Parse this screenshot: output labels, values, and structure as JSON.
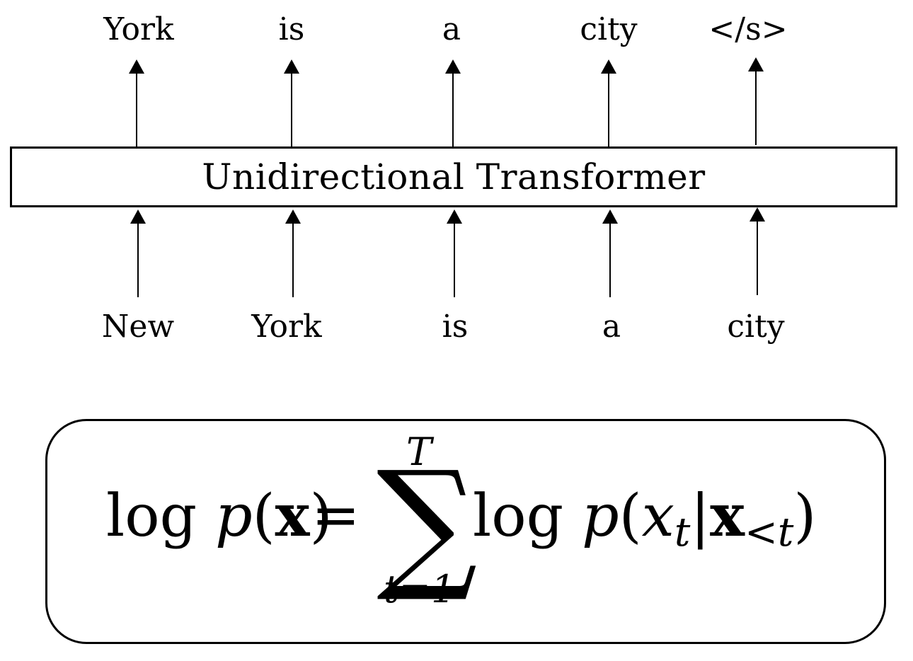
{
  "output_tokens": [
    "York",
    "is",
    "a",
    "city",
    "</s>"
  ],
  "input_tokens": [
    "New",
    "York",
    "is",
    "a",
    "city"
  ],
  "model_label": "Unidirectional Transformer",
  "formula": {
    "lhs_log": "log",
    "lhs_p": "p",
    "lhs_open": "(",
    "lhs_x": "x",
    "lhs_close": ")",
    "equals": "=",
    "sum_symbol": "∑",
    "sum_upper": "T",
    "sum_lower": "t=1",
    "rhs_log": "log",
    "rhs_p": "p",
    "rhs_open": "(",
    "rhs_x": "x",
    "rhs_t": "t",
    "rhs_bar": "|",
    "rhs_bx": "x",
    "rhs_sub": "<t",
    "rhs_close": ")"
  }
}
